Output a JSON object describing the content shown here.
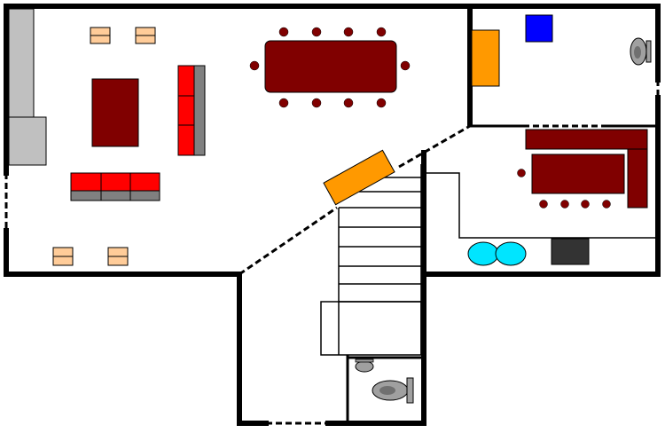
{
  "plan": {
    "colors": {
      "background": "#ffffff",
      "wall": "#000000",
      "furniture_dark": "#800000",
      "sofa_red": "#ff0000",
      "sofa_back": "#808080",
      "orange": "#ff9900",
      "blue": "#0000ff",
      "cyan": "#00e5ff",
      "gray_block": "#c0c0c0",
      "dark_gray": "#333333",
      "beige": "#ffcc99",
      "toilet_gray": "#a0a0a0"
    },
    "rooms": [
      "living-room",
      "corner-room",
      "office-room",
      "stair-hall",
      "small-bath"
    ],
    "icons": {
      "chair": "small-beige-square",
      "table": "dark-red-rectangle",
      "sofa": "red-cushioned-bench",
      "toilet": "gray-oval",
      "stairs": "parallel-steps"
    }
  }
}
